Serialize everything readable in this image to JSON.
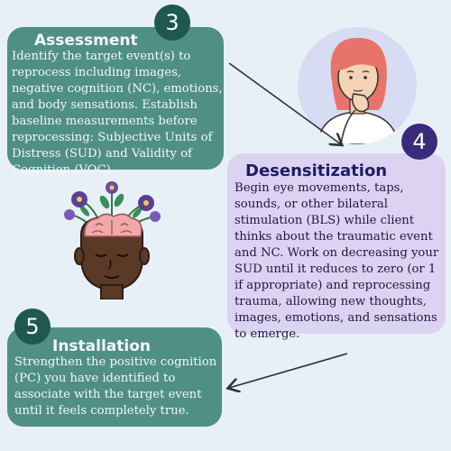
{
  "steps": [
    {
      "number": "3",
      "title": "Assessment",
      "body": "Identify the target event(s) to reprocess including images, negative cognition (NC), emotions, and body sensations. Establish baseline measurements before reprocessing: Subjective Units of Distress (SUD) and Validity of Cognition (VOC)."
    },
    {
      "number": "4",
      "title": "Desensitization",
      "body": "Begin eye movements, taps, sounds, or other bilateral stimulation (BLS) while client thinks about the traumatic event and NC. Work on decreasing your SUD until it reduces to zero (or 1 if appropriate) and reprocessing trauma, allowing new thoughts, images, emotions, and sensations to emerge."
    },
    {
      "number": "5",
      "title": "Installation",
      "body": "Strengthen the positive cognition (PC) you have identified to associate with the target event until it feels completely true."
    }
  ],
  "colors": {
    "background": "#e8f0f7",
    "teal_card": "#4f8f86",
    "teal_badge": "#1e5850",
    "lavender_card": "#dcd3f3",
    "purple_badge": "#3a2b7a",
    "arrow": "#2a3340"
  },
  "icons": [
    "thinking-woman-illustration",
    "brain-flowers-head-illustration",
    "arrow-icon"
  ]
}
